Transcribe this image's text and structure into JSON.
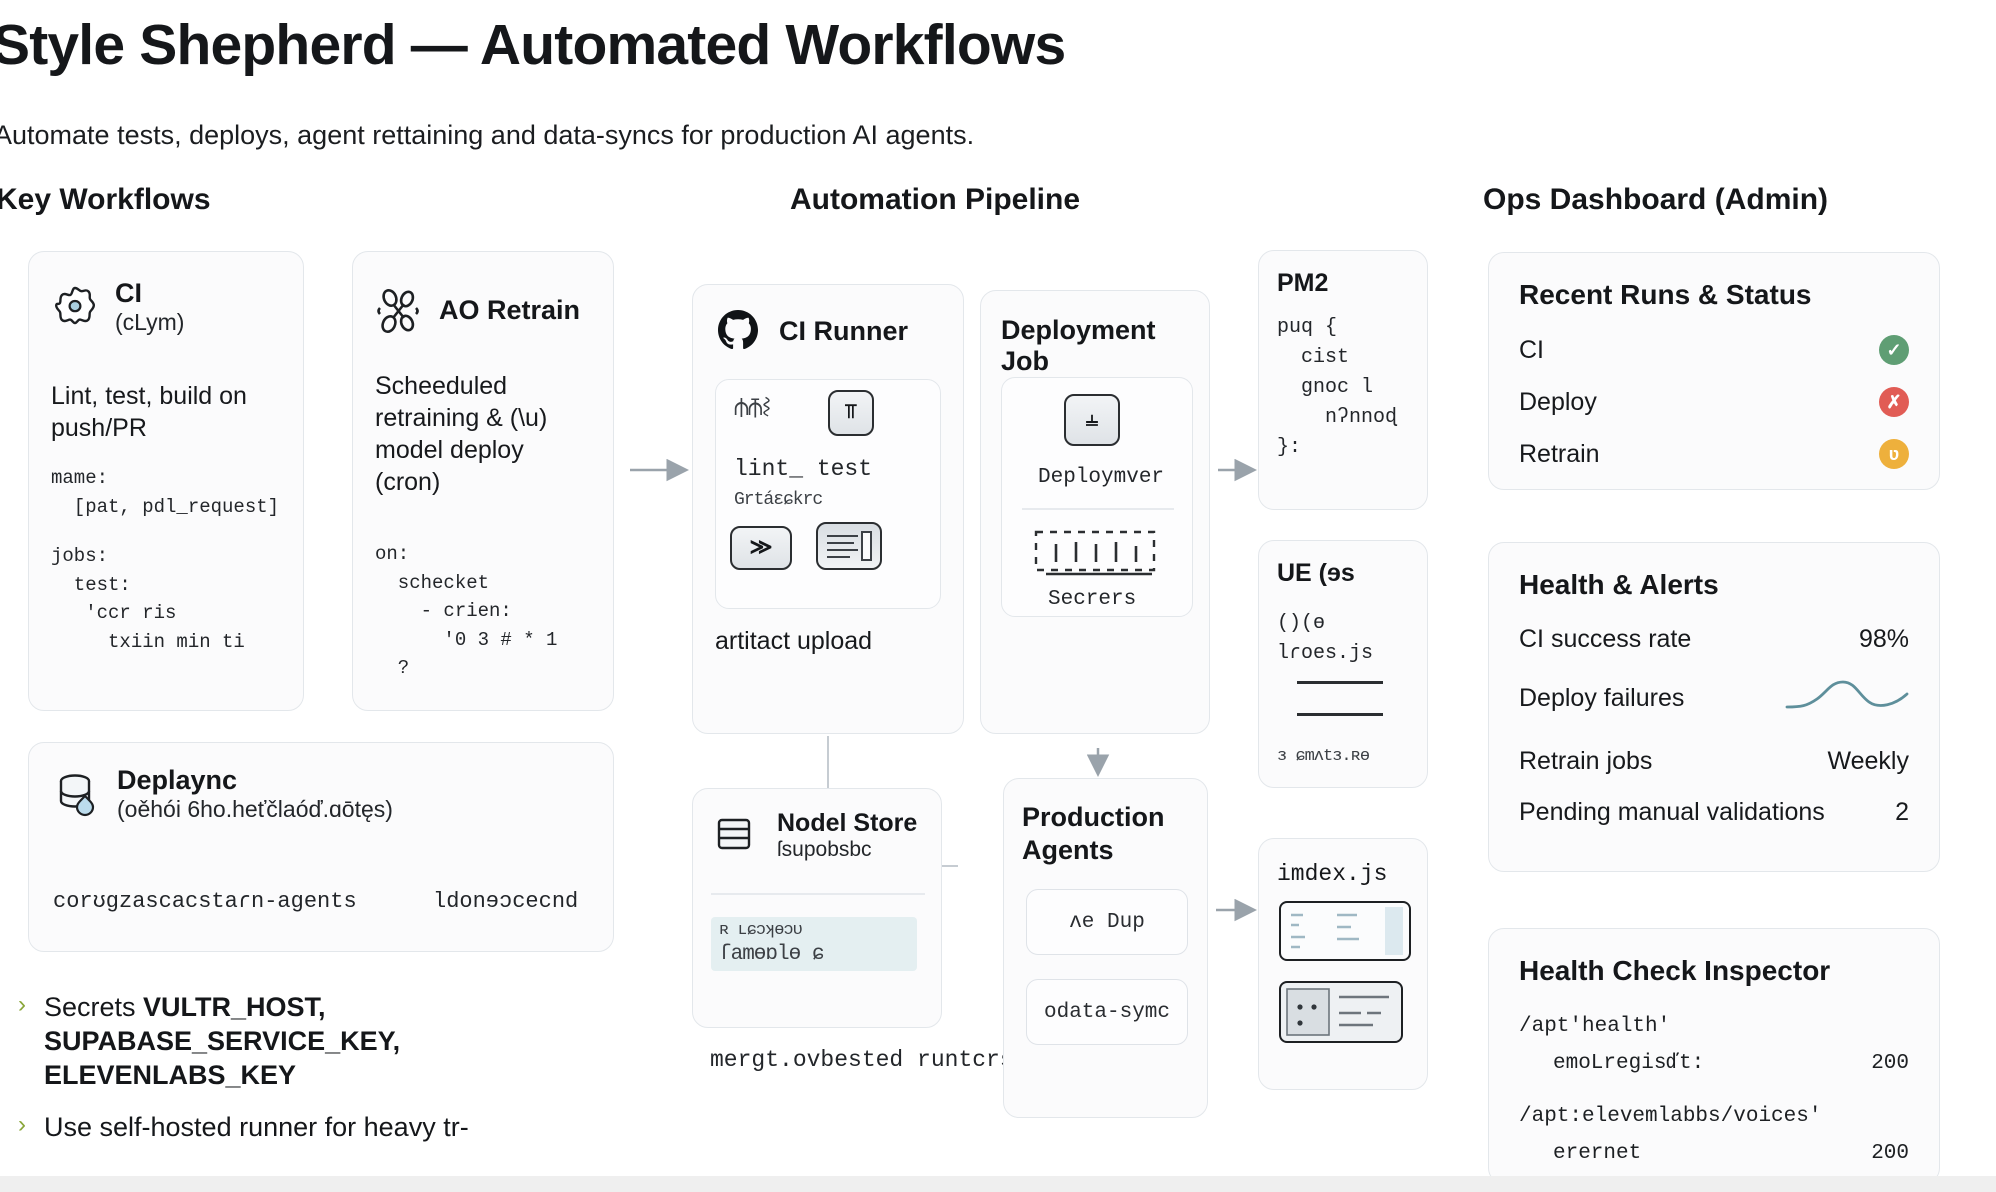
{
  "header": {
    "title": "Style Shepherd — Automated Workflows",
    "subtitle": "Automate tests, deploys, agent rettaining and data-syncs for production AI agents."
  },
  "columns": {
    "left_header": "Key Workflows",
    "middle_header": "Automation Pipeline",
    "right_header": "Ops Dashboard (Admin)"
  },
  "key_workflows": {
    "ci_card": {
      "icon": "gear-flower-icon",
      "title": "CI",
      "subtitle": "(cLym)",
      "description": "Lint, test, build on push/PR",
      "code_top": "mame:\n  [pat, pdl_request]",
      "code_bottom": "jobs:\n  test:\n   'ccr ris\n     txiin min ti"
    },
    "retrain_card": {
      "icon": "molecule-icon",
      "title": "AO Retrain",
      "description": "Scheeduled retraining & (\\u) model deploy (cron)",
      "code": "on:\n  schecket\n    - crien:\n      '0 3 # * 1\n  ?"
    },
    "deploy_card": {
      "icon": "database-icon",
      "title": "Deplaync",
      "subtitle": "(oěhói 6ho.heťčlaóď.ɑōtęs)",
      "row_left": "corʊgzascacstaɾn-agents",
      "row_right": "ldonɘɔcecnd"
    },
    "bullets": [
      {
        "prefix": "Secrets ",
        "bold": "VULTR_HOST, SUPABASE_SERVICE_KEY, ELEVENLABS_KEY"
      },
      {
        "prefix": "Use self-hosted runner for heavy tr-",
        "bold": ""
      }
    ]
  },
  "pipeline": {
    "ci_runner": {
      "icon": "github-icon",
      "title": "CI Runner",
      "tile_label": "lint_ test",
      "scrawl": "Grtáɛɕkrc",
      "caption": "artitact upload",
      "tile_glyphs": [
        "workflow-glyph",
        "run-glyph",
        "fast-forward-glyph",
        "log-glyph"
      ]
    },
    "deployment_job": {
      "title": "Deployment Job",
      "tile_label": "Deploymver",
      "caption": "Secrers",
      "tile_glyphs": [
        "deploy-glyph",
        "secrets-glyph"
      ]
    },
    "model_store": {
      "icon": "stack-icon",
      "title": "Nodel Store",
      "subtitle": "ſsupobsbc",
      "highlight_line1": "ʀ ʟɕɔʞɵɔʋ",
      "highlight_line2": "ſamɵɒlɵ ɕ",
      "caption": "mergt.ovbested runtcrs"
    },
    "production_agents": {
      "title": "Production Agents",
      "items": [
        "ʌe Dup",
        "odata-symc"
      ]
    },
    "mini_cards": [
      {
        "title": "PM2",
        "code": "puq {\n  cist\n  gnoc l\n    nʔnnoɖ\n}:"
      },
      {
        "title": "UE (ɘs",
        "code": "()(ɵ\nlɾoes.js",
        "footer": "ɜ ɕmʌtɜ.ʀɵ"
      },
      {
        "title": "imdex.js",
        "glyphs": [
          "code-preview-glyph",
          "terminal-preview-glyph"
        ]
      }
    ]
  },
  "ops_dashboard": {
    "recent_runs": {
      "title": "Recent Runs & Status",
      "rows": [
        {
          "label": "CI",
          "status": "success",
          "glyph": "✓",
          "color": "#5f9e74"
        },
        {
          "label": "Deploy",
          "status": "failed",
          "glyph": "✗",
          "color": "#e15c55"
        },
        {
          "label": "Retrain",
          "status": "pending",
          "glyph": "ʋ",
          "color": "#eeb03c"
        }
      ]
    },
    "health_alerts": {
      "title": "Health & Alerts",
      "rows": [
        {
          "label": "CI success rate",
          "value": "98%"
        },
        {
          "label": "Deploy failures",
          "value": "",
          "sparkline": true
        },
        {
          "label": "Retrain jobs",
          "value": "Weekly"
        },
        {
          "label": "Pending manual validations",
          "value": "2"
        }
      ],
      "sparkline_color": "#5e8f9b"
    },
    "health_check_inspector": {
      "title": "Health Check Inspector",
      "entries": [
        {
          "path": "/apt'health'",
          "key": "emoLregisďt:",
          "value": "200"
        },
        {
          "path": "/apt:elevemlabbs/voices'",
          "key": "erernet",
          "value": "200"
        }
      ]
    }
  },
  "theme": {
    "background": "#ffffff",
    "card_bg": "#fbfbfc",
    "border": "#e3e7eb",
    "text": "#15171a",
    "bullet_chevron": "#8aa63a",
    "accent_blue": "#a9cfe0"
  }
}
